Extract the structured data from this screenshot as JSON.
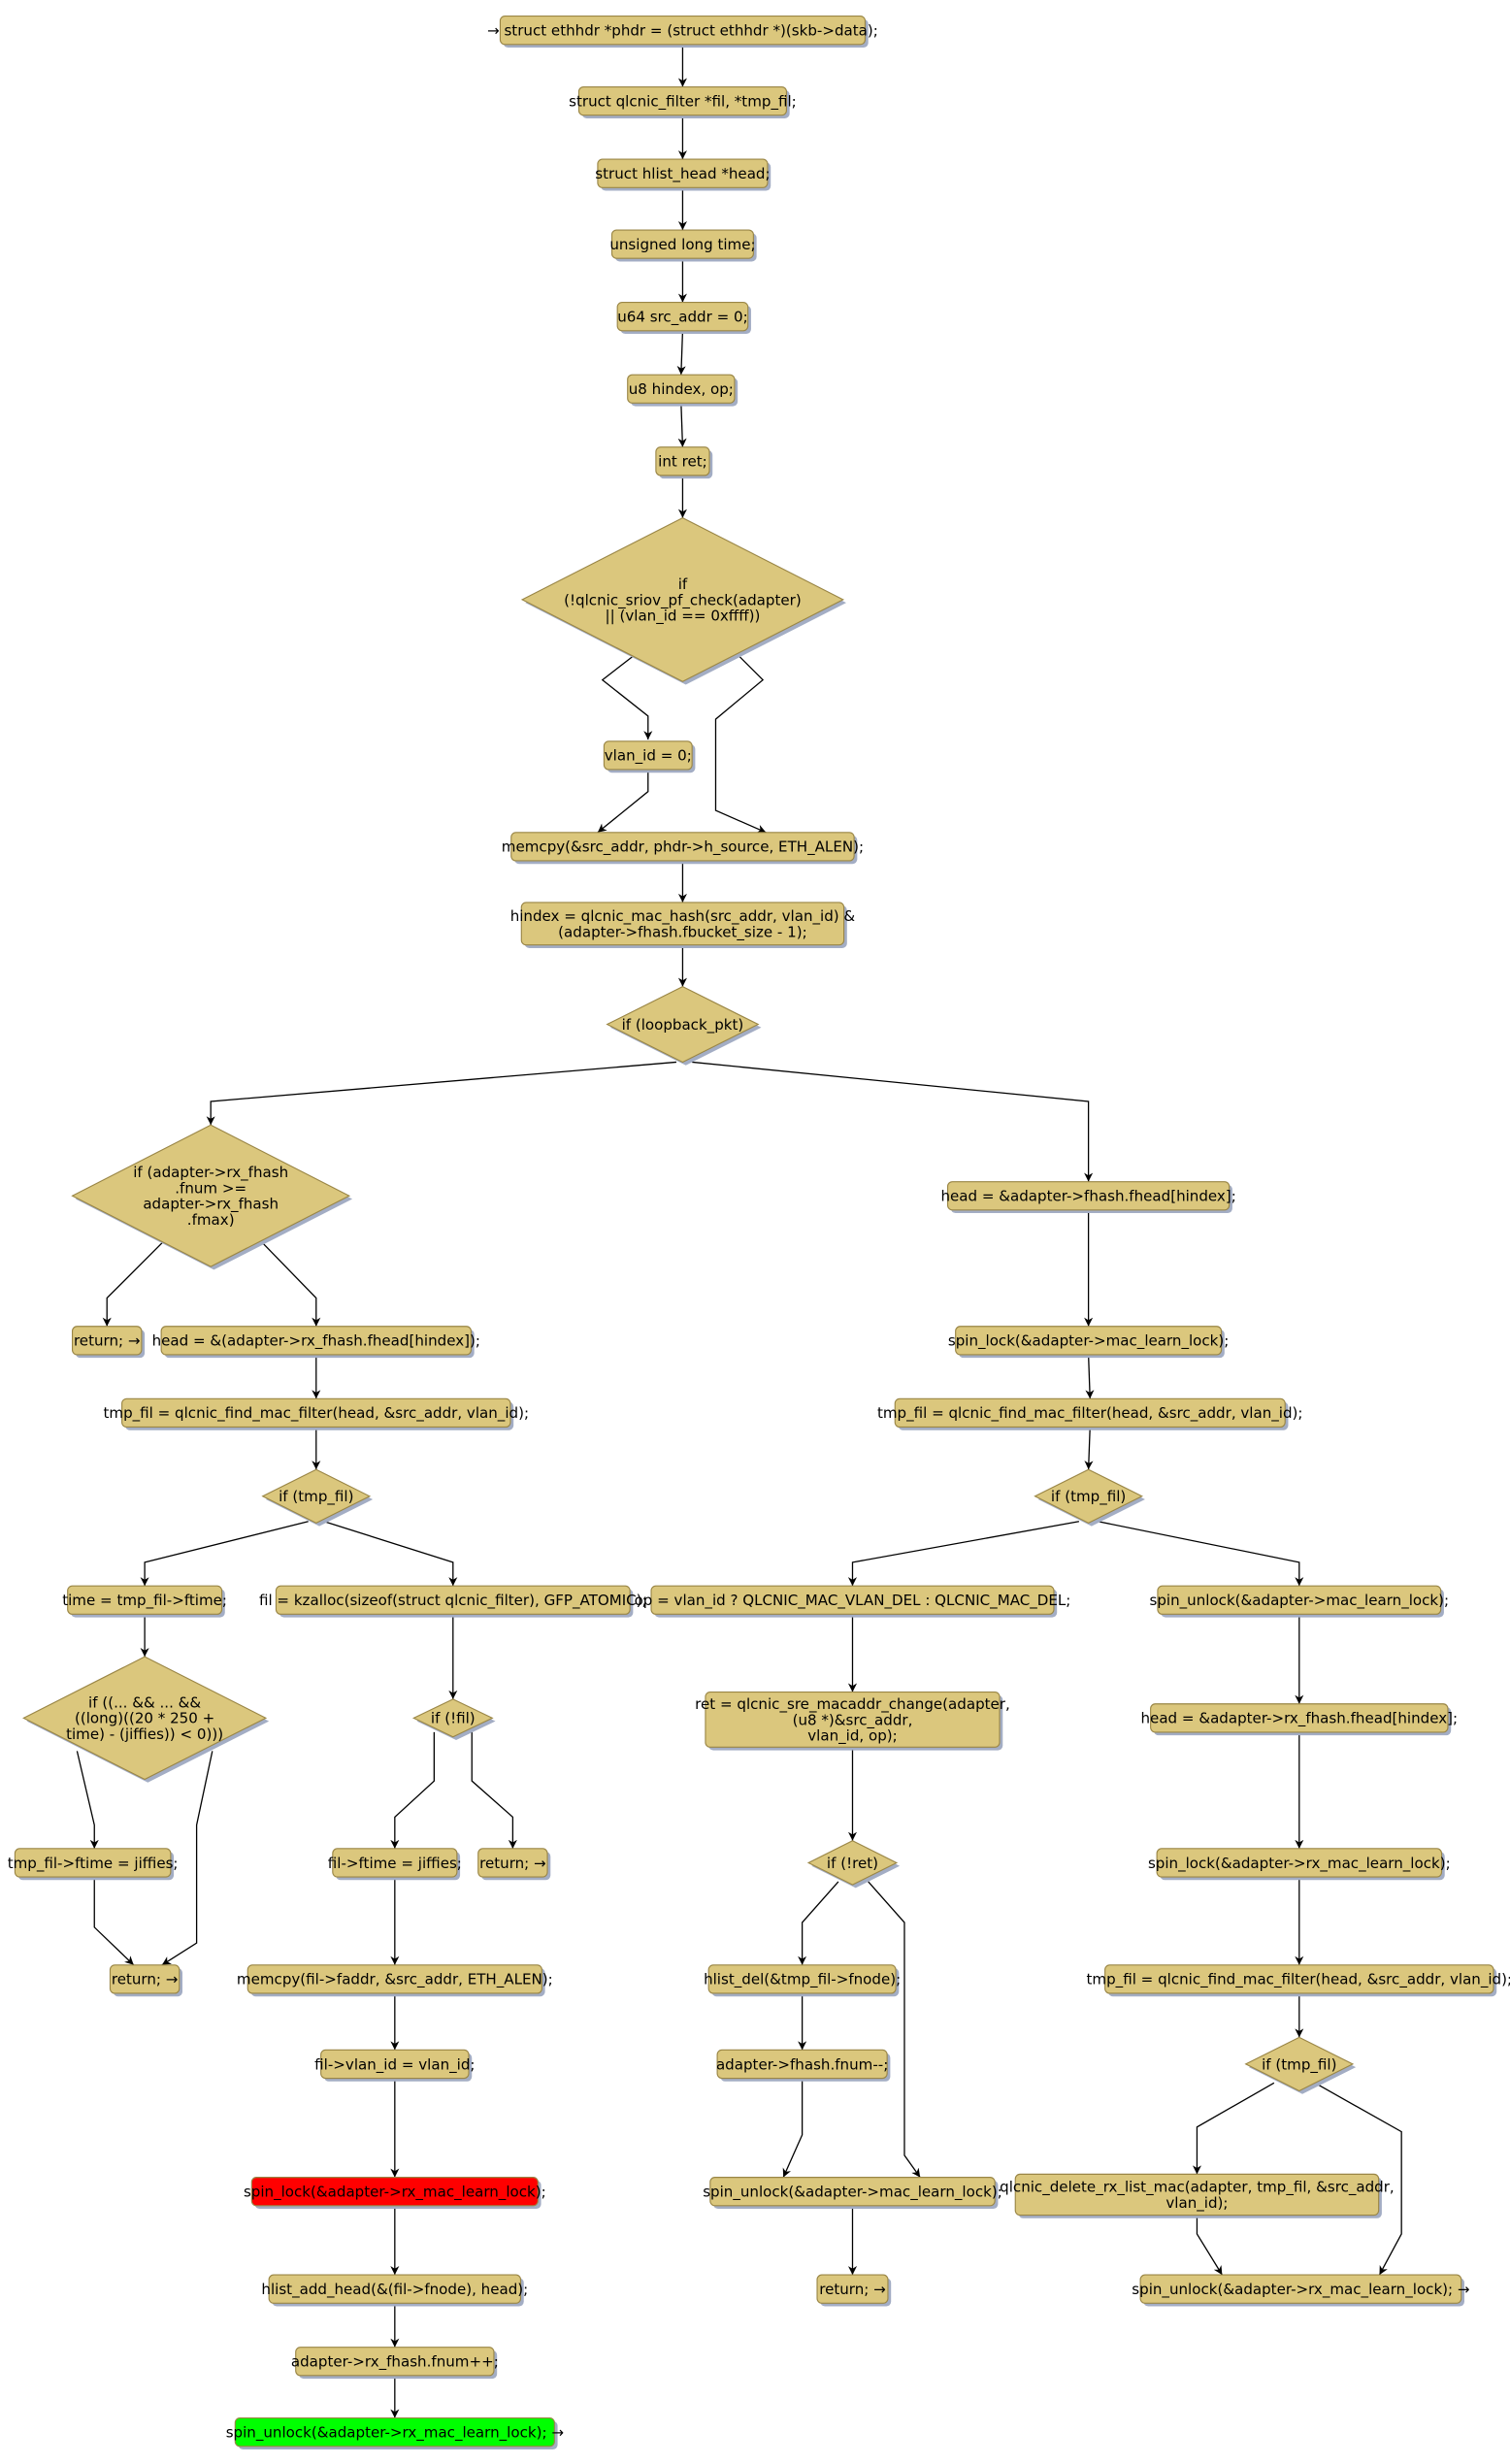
{
  "colors": {
    "node_fill": "#dbc77d",
    "node_stroke": "#9a8646",
    "shadow": "#a3adc4",
    "lock_highlight": "#ff0000",
    "unlock_highlight": "#00ff00"
  },
  "nodes": [
    {
      "id": "n0",
      "kind": "box",
      "lines": [
        "→ struct ethhdr *phdr = (struct ethhdr *)(skb->data);"
      ]
    },
    {
      "id": "n1",
      "kind": "box",
      "lines": [
        "struct qlcnic_filter *fil, *tmp_fil;"
      ]
    },
    {
      "id": "n2",
      "kind": "box",
      "lines": [
        "struct hlist_head *head;"
      ]
    },
    {
      "id": "n3",
      "kind": "box",
      "lines": [
        "unsigned long time;"
      ]
    },
    {
      "id": "n4",
      "kind": "box",
      "lines": [
        "u64 src_addr = 0;"
      ]
    },
    {
      "id": "n5",
      "kind": "box",
      "lines": [
        "u8 hindex, op;"
      ]
    },
    {
      "id": "n6",
      "kind": "box",
      "lines": [
        "int ret;"
      ]
    },
    {
      "id": "d0",
      "kind": "decision",
      "lines": [
        "if",
        "(!qlcnic_sriov_pf_check(adapter)",
        "|| (vlan_id == 0xffff))"
      ]
    },
    {
      "id": "n7",
      "kind": "box",
      "lines": [
        "vlan_id = 0;"
      ]
    },
    {
      "id": "n8",
      "kind": "box",
      "lines": [
        "memcpy(&src_addr, phdr->h_source, ETH_ALEN);"
      ]
    },
    {
      "id": "n9",
      "kind": "box",
      "lines": [
        "hindex = qlcnic_mac_hash(src_addr, vlan_id) &",
        "(adapter->fhash.fbucket_size - 1);"
      ]
    },
    {
      "id": "d1",
      "kind": "decision",
      "lines": [
        "if (loopback_pkt)"
      ]
    },
    {
      "id": "d2",
      "kind": "decision",
      "lines": [
        "if (adapter->rx_fhash",
        ".fnum >=",
        "adapter->rx_fhash",
        ".fmax)"
      ]
    },
    {
      "id": "n10",
      "kind": "box",
      "lines": [
        "return; →"
      ]
    },
    {
      "id": "n11",
      "kind": "box",
      "lines": [
        "head = &(adapter->rx_fhash.fhead[hindex]);"
      ]
    },
    {
      "id": "n12",
      "kind": "box",
      "lines": [
        "tmp_fil = qlcnic_find_mac_filter(head, &src_addr, vlan_id);"
      ]
    },
    {
      "id": "d3",
      "kind": "decision",
      "lines": [
        "if (tmp_fil)"
      ]
    },
    {
      "id": "n13",
      "kind": "box",
      "lines": [
        "time = tmp_fil->ftime;"
      ]
    },
    {
      "id": "n14",
      "kind": "box",
      "lines": [
        "fil = kzalloc(sizeof(struct qlcnic_filter), GFP_ATOMIC);"
      ]
    },
    {
      "id": "d4",
      "kind": "decision",
      "lines": [
        "if ((... && ... &&",
        "((long)((20 * 250 +",
        "time) - (jiffies)) < 0)))"
      ]
    },
    {
      "id": "n15",
      "kind": "box",
      "lines": [
        "tmp_fil->ftime = jiffies;"
      ]
    },
    {
      "id": "n16",
      "kind": "box",
      "lines": [
        "return; →"
      ]
    },
    {
      "id": "d5",
      "kind": "decision",
      "lines": [
        "if (!fil)"
      ]
    },
    {
      "id": "n17",
      "kind": "box",
      "lines": [
        "fil->ftime = jiffies;"
      ]
    },
    {
      "id": "n18",
      "kind": "box",
      "lines": [
        "return; →"
      ]
    },
    {
      "id": "n19",
      "kind": "box",
      "lines": [
        "memcpy(fil->faddr, &src_addr, ETH_ALEN);"
      ]
    },
    {
      "id": "n20",
      "kind": "box",
      "lines": [
        "fil->vlan_id = vlan_id;"
      ]
    },
    {
      "id": "n21",
      "kind": "box",
      "highlight": "lock",
      "lines": [
        "spin_lock(&adapter->rx_mac_learn_lock);"
      ]
    },
    {
      "id": "n22",
      "kind": "box",
      "lines": [
        "hlist_add_head(&(fil->fnode), head);"
      ]
    },
    {
      "id": "n23",
      "kind": "box",
      "lines": [
        "adapter->rx_fhash.fnum++;"
      ]
    },
    {
      "id": "n24",
      "kind": "box",
      "highlight": "unlock",
      "lines": [
        "spin_unlock(&adapter->rx_mac_learn_lock); →"
      ]
    },
    {
      "id": "n25",
      "kind": "box",
      "lines": [
        "head = &adapter->fhash.fhead[hindex];"
      ]
    },
    {
      "id": "n26",
      "kind": "box",
      "lines": [
        "spin_lock(&adapter->mac_learn_lock);"
      ]
    },
    {
      "id": "n27",
      "kind": "box",
      "lines": [
        "tmp_fil = qlcnic_find_mac_filter(head, &src_addr, vlan_id);"
      ]
    },
    {
      "id": "d6",
      "kind": "decision",
      "lines": [
        "if (tmp_fil)"
      ]
    },
    {
      "id": "n28",
      "kind": "box",
      "lines": [
        "op = vlan_id ? QLCNIC_MAC_VLAN_DEL : QLCNIC_MAC_DEL;"
      ]
    },
    {
      "id": "n29",
      "kind": "box",
      "lines": [
        "ret = qlcnic_sre_macaddr_change(adapter,",
        "(u8 *)&src_addr,",
        "vlan_id, op);"
      ]
    },
    {
      "id": "d7",
      "kind": "decision",
      "lines": [
        "if (!ret)"
      ]
    },
    {
      "id": "n30",
      "kind": "box",
      "lines": [
        "hlist_del(&tmp_fil->fnode);"
      ]
    },
    {
      "id": "n31",
      "kind": "box",
      "lines": [
        "adapter->fhash.fnum--;"
      ]
    },
    {
      "id": "n32",
      "kind": "box",
      "lines": [
        "spin_unlock(&adapter->mac_learn_lock);"
      ]
    },
    {
      "id": "n33",
      "kind": "box",
      "lines": [
        "return; →"
      ]
    },
    {
      "id": "n34",
      "kind": "box",
      "lines": [
        "spin_unlock(&adapter->mac_learn_lock);"
      ]
    },
    {
      "id": "n35",
      "kind": "box",
      "lines": [
        "head = &adapter->rx_fhash.fhead[hindex];"
      ]
    },
    {
      "id": "n36",
      "kind": "box",
      "lines": [
        "spin_lock(&adapter->rx_mac_learn_lock);"
      ]
    },
    {
      "id": "n37",
      "kind": "box",
      "lines": [
        "tmp_fil = qlcnic_find_mac_filter(head, &src_addr, vlan_id);"
      ]
    },
    {
      "id": "d8",
      "kind": "decision",
      "lines": [
        "if (tmp_fil)"
      ]
    },
    {
      "id": "n38",
      "kind": "box",
      "lines": [
        "qlcnic_delete_rx_list_mac(adapter, tmp_fil, &src_addr,",
        "vlan_id);"
      ]
    },
    {
      "id": "n39",
      "kind": "box",
      "lines": [
        "spin_unlock(&adapter->rx_mac_learn_lock); →"
      ]
    }
  ],
  "edges": [
    [
      "n0",
      "n1"
    ],
    [
      "n1",
      "n2"
    ],
    [
      "n2",
      "n3"
    ],
    [
      "n3",
      "n4"
    ],
    [
      "n4",
      "n5"
    ],
    [
      "n5",
      "n6"
    ],
    [
      "n6",
      "d0"
    ],
    [
      "d0",
      "n7"
    ],
    [
      "d0",
      "n8"
    ],
    [
      "n7",
      "n8"
    ],
    [
      "n8",
      "n9"
    ],
    [
      "n9",
      "d1"
    ],
    [
      "d1",
      "d2"
    ],
    [
      "d1",
      "n25"
    ],
    [
      "d2",
      "n10"
    ],
    [
      "d2",
      "n11"
    ],
    [
      "n11",
      "n12"
    ],
    [
      "n12",
      "d3"
    ],
    [
      "d3",
      "n13"
    ],
    [
      "d3",
      "n14"
    ],
    [
      "n13",
      "d4"
    ],
    [
      "d4",
      "n15"
    ],
    [
      "d4",
      "n16"
    ],
    [
      "n15",
      "n16"
    ],
    [
      "n14",
      "d5"
    ],
    [
      "d5",
      "n17"
    ],
    [
      "d5",
      "n18"
    ],
    [
      "n17",
      "n19"
    ],
    [
      "n19",
      "n20"
    ],
    [
      "n20",
      "n21"
    ],
    [
      "n21",
      "n22"
    ],
    [
      "n22",
      "n23"
    ],
    [
      "n23",
      "n24"
    ],
    [
      "n25",
      "n26"
    ],
    [
      "n26",
      "n27"
    ],
    [
      "n27",
      "d6"
    ],
    [
      "d6",
      "n28"
    ],
    [
      "d6",
      "n34"
    ],
    [
      "n28",
      "n29"
    ],
    [
      "n29",
      "d7"
    ],
    [
      "d7",
      "n30"
    ],
    [
      "d7",
      "n32"
    ],
    [
      "n30",
      "n31"
    ],
    [
      "n31",
      "n32"
    ],
    [
      "n32",
      "n33"
    ],
    [
      "n34",
      "n35"
    ],
    [
      "n35",
      "n36"
    ],
    [
      "n36",
      "n37"
    ],
    [
      "n37",
      "d8"
    ],
    [
      "d8",
      "n38"
    ],
    [
      "d8",
      "n39"
    ],
    [
      "n38",
      "n39"
    ]
  ]
}
